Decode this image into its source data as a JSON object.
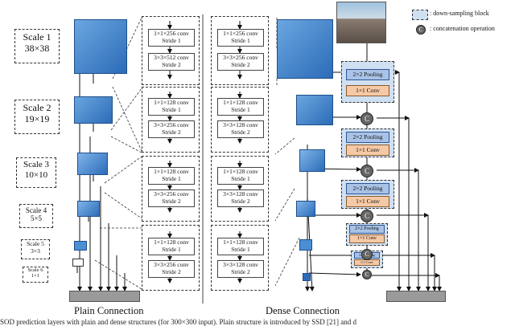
{
  "scales": [
    {
      "name": "Scale 1",
      "size": "38×38"
    },
    {
      "name": "Scale 2",
      "size": "19×19"
    },
    {
      "name": "Scale 3",
      "size": "10×10"
    },
    {
      "name": "Scale 4",
      "size": "5×5"
    },
    {
      "name": "Scale 5",
      "size": "3×3"
    },
    {
      "name": "Scale 6",
      "size": "1×1"
    }
  ],
  "plain_blocks": [
    {
      "a_title": "1×1×256 conv",
      "a_stride": "Stride 1",
      "b_title": "3×3×512 conv",
      "b_stride": "Stride 2"
    },
    {
      "a_title": "1×1×128 conv",
      "a_stride": "Stride 1",
      "b_title": "3×3×256 conv",
      "b_stride": "Stride 2"
    },
    {
      "a_title": "1×1×128 conv",
      "a_stride": "Stride 1",
      "b_title": "3×3×256 conv",
      "b_stride": "Stride 2"
    },
    {
      "a_title": "1×1×128 conv",
      "a_stride": "Stride 1",
      "b_title": "3×3×256 conv",
      "b_stride": "Stride 2"
    }
  ],
  "dense_blocks": [
    {
      "a_title": "1×1×256 conv",
      "a_stride": "Stride 1",
      "b_title": "3×3×256 conv",
      "b_stride": "Stride 2"
    },
    {
      "a_title": "1×1×128 conv",
      "a_stride": "Stride 1",
      "b_title": "3×3×128 conv",
      "b_stride": "Stride 2"
    },
    {
      "a_title": "1×1×128 conv",
      "a_stride": "Stride 1",
      "b_title": "3×3×128 conv",
      "b_stride": "Stride 2"
    },
    {
      "a_title": "1×1×128 conv",
      "a_stride": "Stride 1",
      "b_title": "3×3×128 conv",
      "b_stride": "Stride 2"
    }
  ],
  "down_sampling": {
    "pool": "2×2 Pooling",
    "conv": "1×1 Conv"
  },
  "concat_symbol": "C",
  "legend": {
    "block": ": down-sampling block",
    "concat": ": concatenation operation"
  },
  "captions": {
    "plain": "Plain Connection",
    "dense": "Dense Connection"
  },
  "footer_text": "SOD prediction layers with plain and dense structures (for 300×300 input). Plain structure is introduced by SSD [21] and d"
}
